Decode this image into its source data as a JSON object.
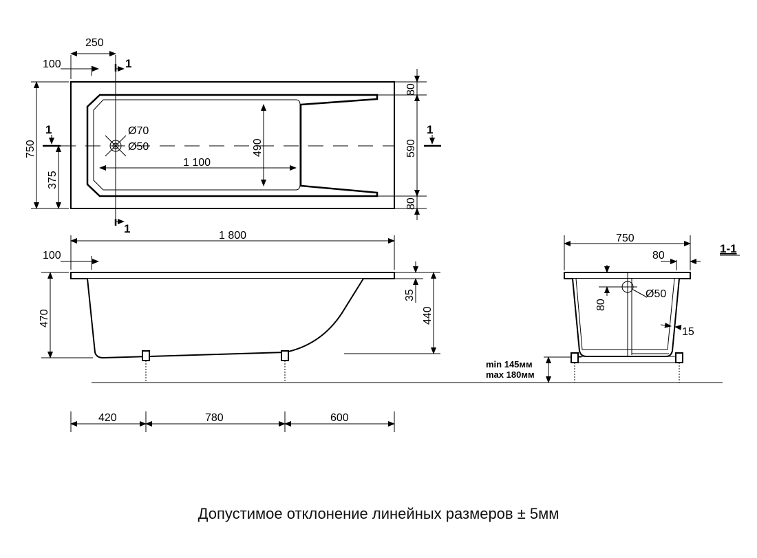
{
  "top_view": {
    "dims": {
      "d250": "250",
      "d100": "100",
      "d750": "750",
      "d375": "375",
      "d1100": "1 100",
      "d490": "490",
      "d590": "590",
      "d80a": "80",
      "d80b": "80",
      "d70": "Ø70",
      "d50": "Ø50",
      "section_mark": "1"
    }
  },
  "side_view": {
    "dims": {
      "d1800": "1 800",
      "d100": "100",
      "d470": "470",
      "d35": "35",
      "d440": "440",
      "d420": "420",
      "d780": "780",
      "d600": "600",
      "min_height": "min 145мм",
      "max_height": "max 180мм"
    }
  },
  "section_view": {
    "title": "1-1",
    "dims": {
      "d750": "750",
      "d80": "80",
      "d80v": "80",
      "d50": "Ø50",
      "d15": "15"
    }
  },
  "caption": "Допустимое отклонение линейных размеров ± 5мм"
}
